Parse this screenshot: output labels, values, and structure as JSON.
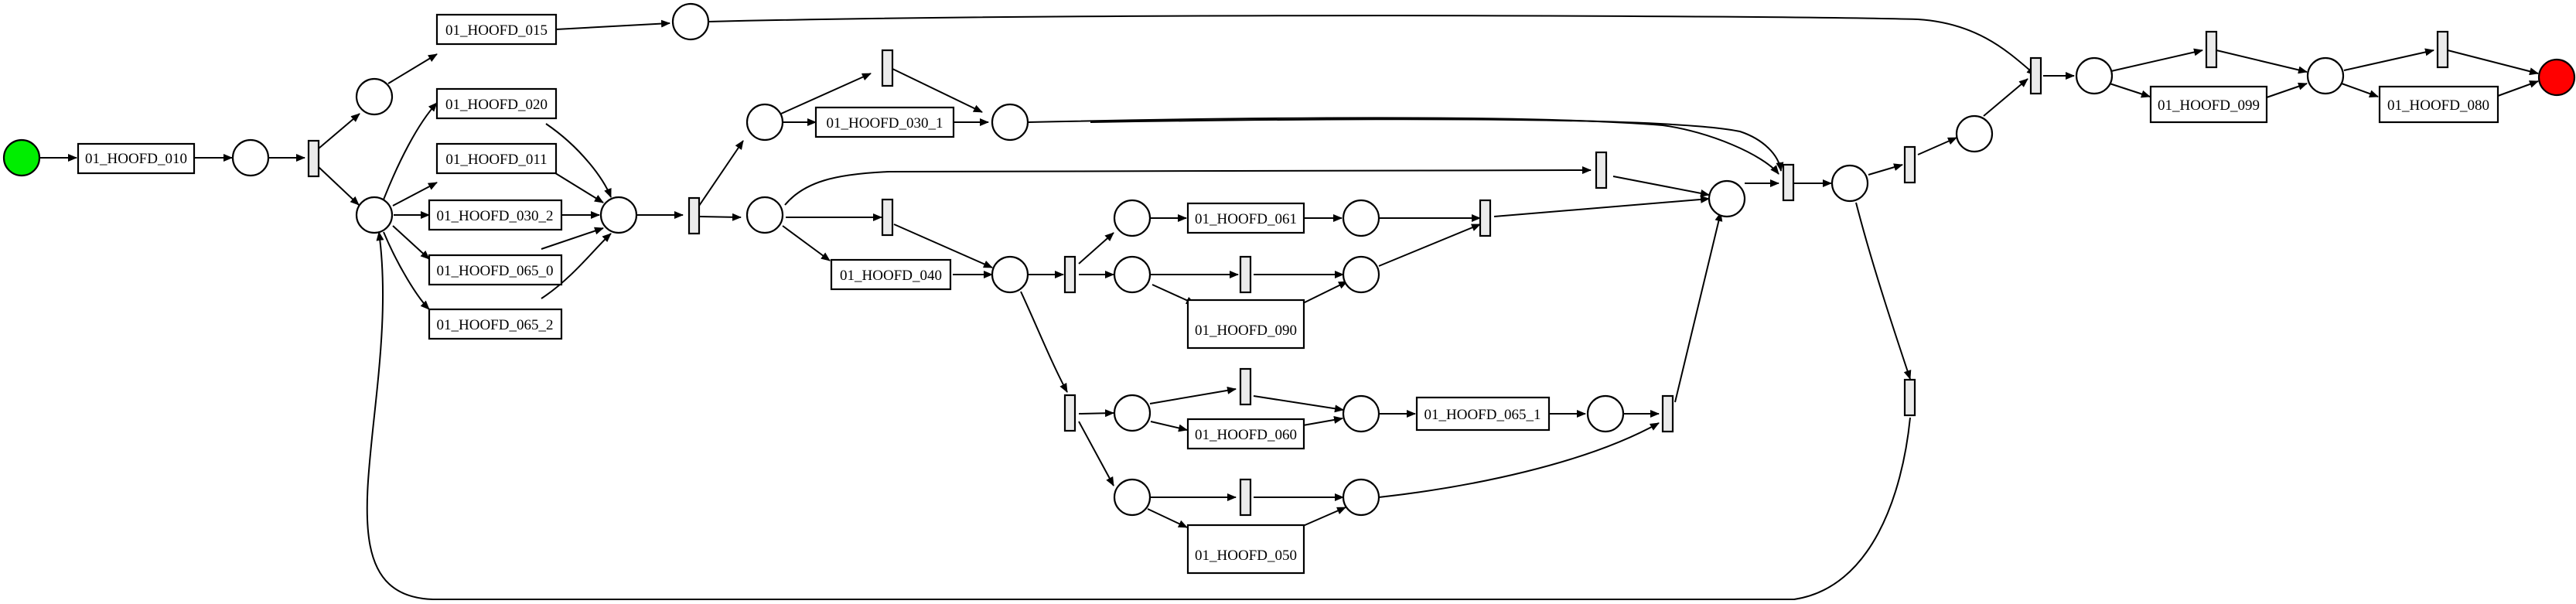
{
  "diagram": {
    "type": "petri-net",
    "colors": {
      "start_place": "#00ee00",
      "end_place": "#ff0000",
      "silent_transition": "#ebebeb",
      "stroke": "#000000"
    },
    "transitions": [
      {
        "id": "t010",
        "label": "01_HOOFD_010"
      },
      {
        "id": "t015",
        "label": "01_HOOFD_015"
      },
      {
        "id": "t020",
        "label": "01_HOOFD_020"
      },
      {
        "id": "t011",
        "label": "01_HOOFD_011"
      },
      {
        "id": "t030_2",
        "label": "01_HOOFD_030_2"
      },
      {
        "id": "t065_0",
        "label": "01_HOOFD_065_0"
      },
      {
        "id": "t065_2",
        "label": "01_HOOFD_065_2"
      },
      {
        "id": "t030_1",
        "label": "01_HOOFD_030_1"
      },
      {
        "id": "t040",
        "label": "01_HOOFD_040"
      },
      {
        "id": "t061",
        "label": "01_HOOFD_061"
      },
      {
        "id": "t090",
        "label": "01_HOOFD_090"
      },
      {
        "id": "t060",
        "label": "01_HOOFD_060"
      },
      {
        "id": "t065_1",
        "label": "01_HOOFD_065_1"
      },
      {
        "id": "t050",
        "label": "01_HOOFD_050"
      },
      {
        "id": "t099",
        "label": "01_HOOFD_099"
      },
      {
        "id": "t080",
        "label": "01_HOOFD_080"
      }
    ]
  }
}
